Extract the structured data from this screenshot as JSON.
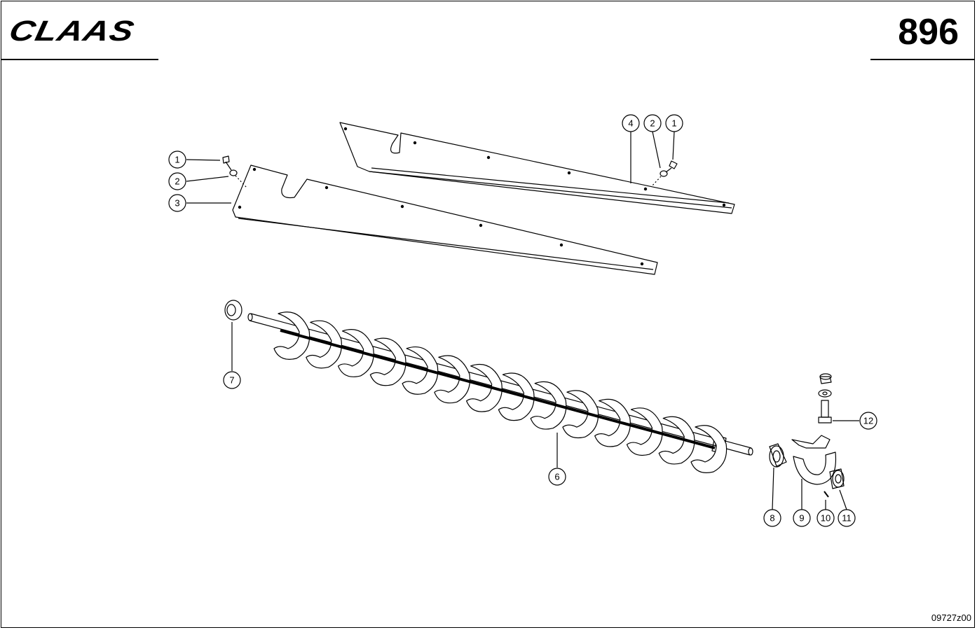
{
  "header": {
    "brand": "CLAAS",
    "page_number": "896"
  },
  "footer": {
    "drawing_code": "09727z00"
  },
  "callouts": [
    {
      "label": "1"
    },
    {
      "label": "2"
    },
    {
      "label": "3"
    },
    {
      "label": "4"
    },
    {
      "label": "2"
    },
    {
      "label": "1"
    },
    {
      "label": "7"
    },
    {
      "label": "6"
    },
    {
      "label": "12"
    },
    {
      "label": "8"
    },
    {
      "label": "9"
    },
    {
      "label": "10"
    },
    {
      "label": "11"
    }
  ]
}
